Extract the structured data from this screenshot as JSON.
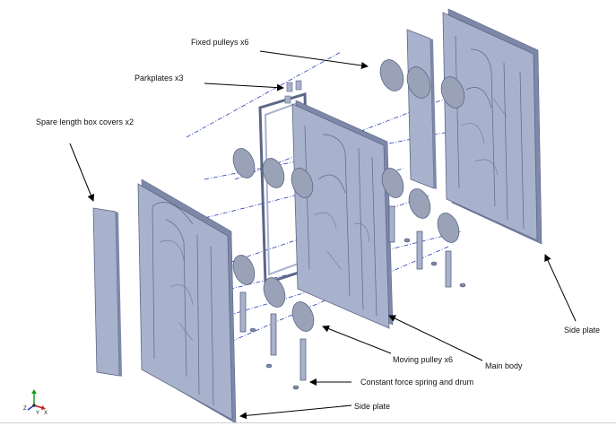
{
  "labels": {
    "fixed_pulleys": "Fixed pulleys x6",
    "parkplates": "Parkplates x3",
    "spare_length_box_covers": "Spare length box covers x2",
    "side_plate_right": "Side plate",
    "moving_pulley": "Moving pulley x6",
    "main_body": "Main body",
    "constant_force_spring": "Constant force spring and drum",
    "side_plate_bottom": "Side plate"
  },
  "axis_triad": {
    "z": "Z",
    "x": "X",
    "y": "Y"
  },
  "colors": {
    "plate_fill": "#a9b2cc",
    "plate_edge": "#5c6688",
    "plate_dark": "#7e88a8",
    "pulley_fill": "#9aa2b8",
    "centerline": "#2a3db8",
    "leader": "#000000"
  }
}
